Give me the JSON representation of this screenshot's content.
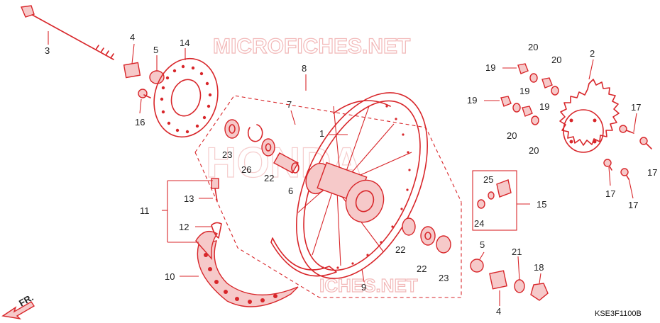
{
  "diagram_code": "KSE3F1100B",
  "watermark": "MICROFICHES.NET",
  "watermark_bottom": "ICHES.NET",
  "brand_watermark": "HONDA",
  "direction_indicator": "FR.",
  "callouts": [
    "1",
    "2",
    "3",
    "4",
    "4",
    "5",
    "5",
    "6",
    "7",
    "8",
    "9",
    "10",
    "11",
    "12",
    "13",
    "14",
    "15",
    "16",
    "17",
    "17",
    "17",
    "17",
    "18",
    "19",
    "19",
    "19",
    "20",
    "20",
    "20",
    "20",
    "21",
    "22",
    "22",
    "22",
    "23",
    "23",
    "24",
    "25",
    "26"
  ],
  "colors": {
    "parts": "#d8262a",
    "labels": "#222222",
    "watermark": "#f2b8b8"
  }
}
